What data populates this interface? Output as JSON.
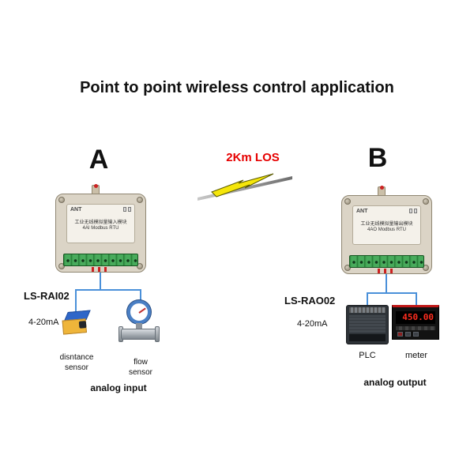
{
  "title": "Point to point wireless control application",
  "wireless_link": {
    "label": "2Km LOS",
    "text_color": "#e60000",
    "bolt_color": "#f5e60a"
  },
  "colors": {
    "wire": "#4a90d9",
    "device_body": "#dbd4c6",
    "terminal_green": "#2d8c3f"
  },
  "left": {
    "letter": "A",
    "model": "LS-RAI02",
    "signal": "4-20mA",
    "caption": "analog input",
    "device": {
      "ant_label": "ANT",
      "name_cn": "工业无线模拟量输入模块",
      "name_en": "4AI Modbus RTU"
    },
    "sensors": [
      {
        "line1": "disntance",
        "line2": "sensor"
      },
      {
        "line1": "flow",
        "line2": "sensor"
      }
    ]
  },
  "right": {
    "letter": "B",
    "model": "LS-RAO02",
    "signal": "4-20mA",
    "caption": "analog output",
    "device": {
      "ant_label": "ANT",
      "name_cn": "工业无线模拟量输出模块",
      "name_en": "4AO Modbus RTU"
    },
    "items": [
      {
        "label": "PLC"
      },
      {
        "label": "meter"
      }
    ],
    "meter_display": "450.00"
  }
}
